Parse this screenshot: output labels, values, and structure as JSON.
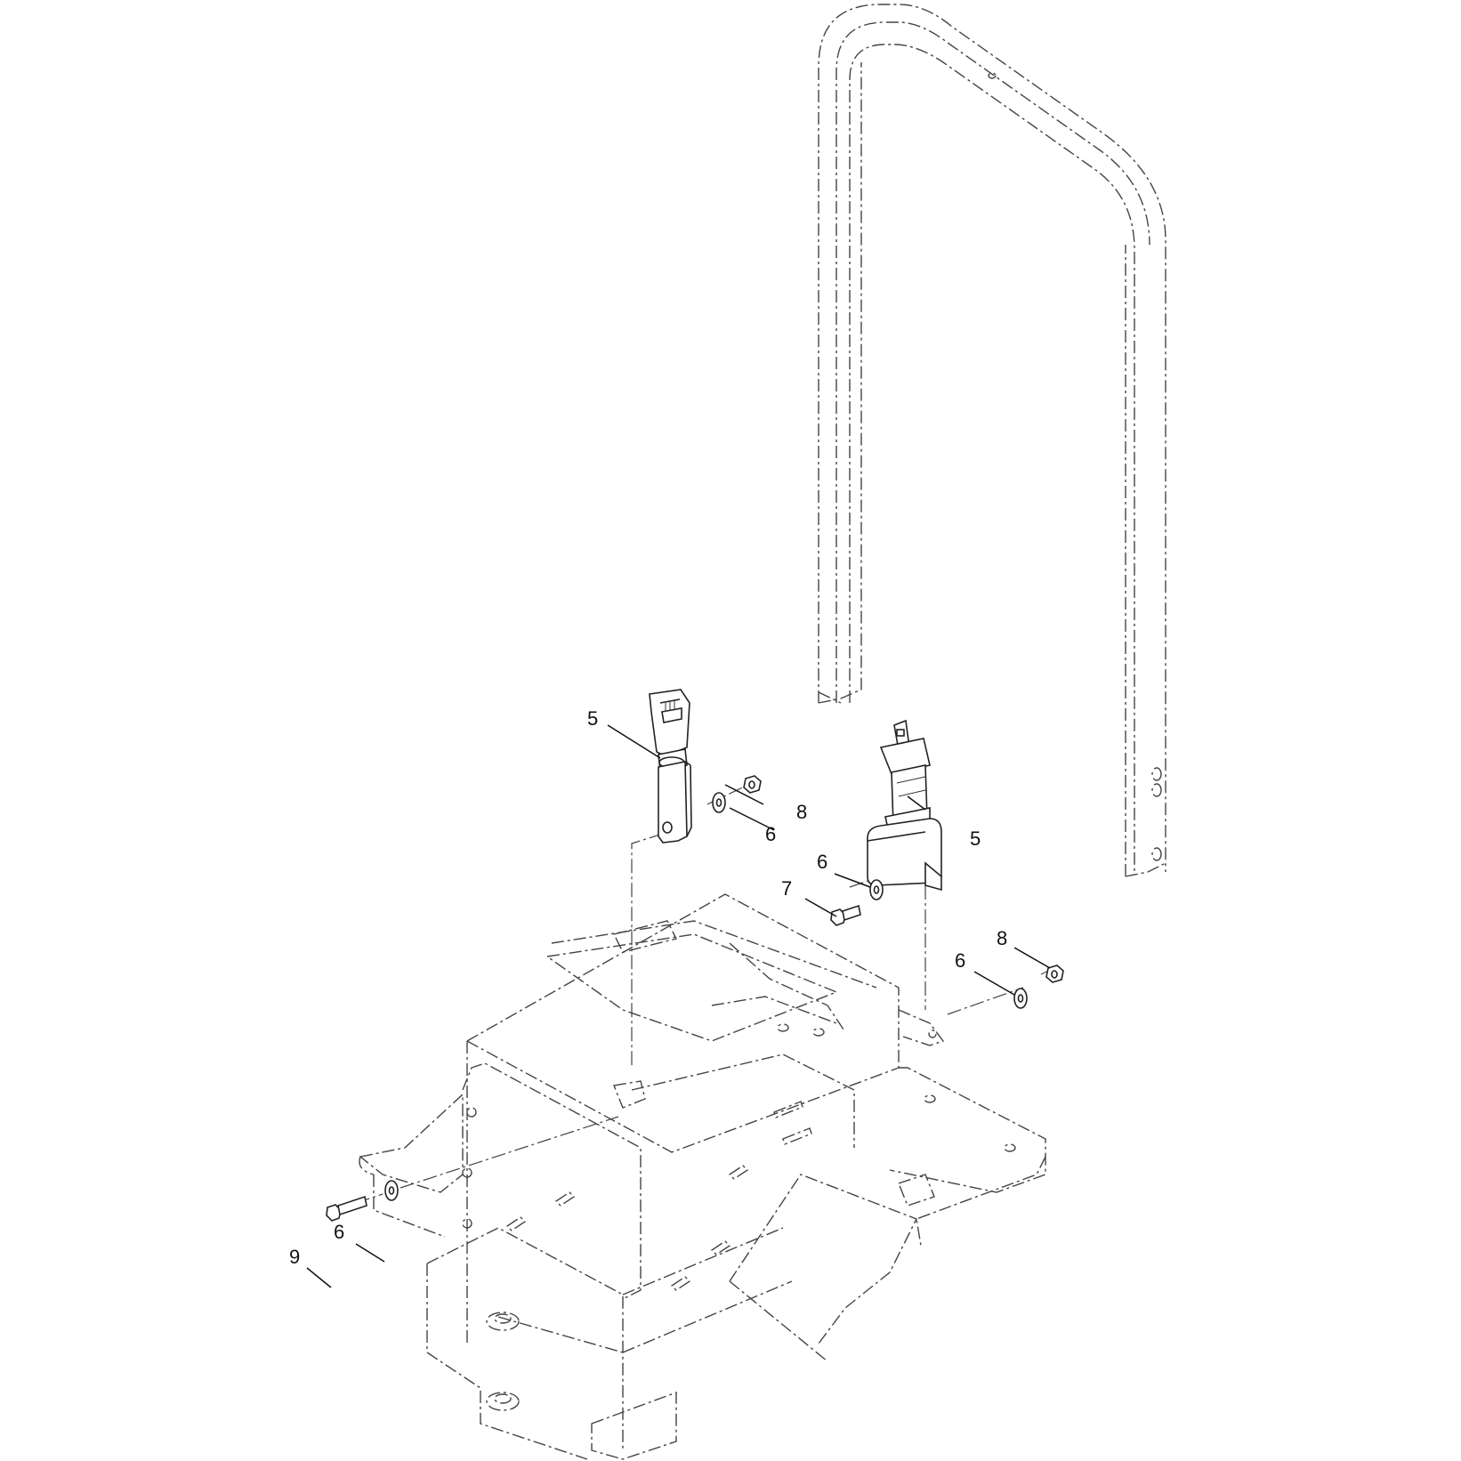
{
  "diagram": {
    "callouts": [
      {
        "id": "c5a",
        "text": "5"
      },
      {
        "id": "c5b",
        "text": "5"
      },
      {
        "id": "c6a",
        "text": "6"
      },
      {
        "id": "c6b",
        "text": "6"
      },
      {
        "id": "c6c",
        "text": "6"
      },
      {
        "id": "c6d",
        "text": "6"
      },
      {
        "id": "c7",
        "text": "7"
      },
      {
        "id": "c8a",
        "text": "8"
      },
      {
        "id": "c8b",
        "text": "8"
      },
      {
        "id": "c9",
        "text": "9"
      }
    ]
  }
}
